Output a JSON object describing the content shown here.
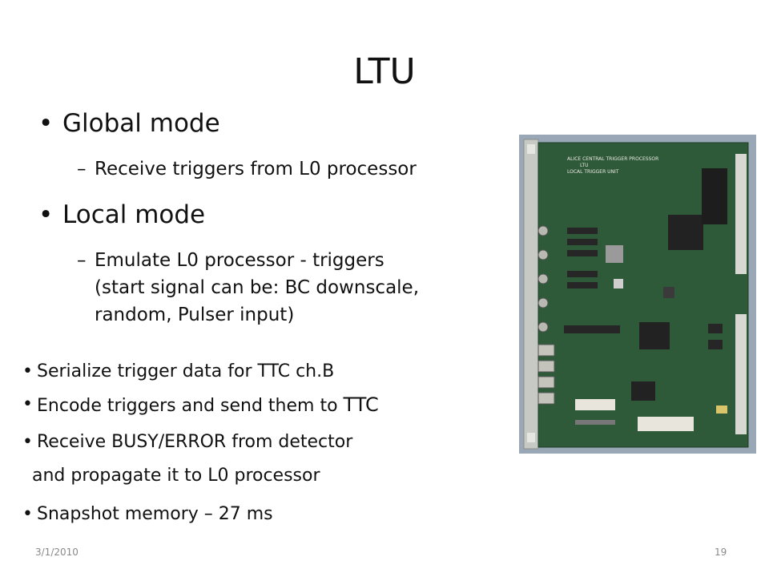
{
  "slide": {
    "title": "LTU",
    "bullets": [
      {
        "text": "Global mode",
        "sub": [
          "Receive triggers from L0 processor"
        ]
      },
      {
        "text": "Local mode",
        "sub_lines": [
          "Emulate L0 processor - triggers",
          "(start signal can be: BC downscale,",
          "random, Pulser input)"
        ]
      }
    ],
    "small_bullets": [
      "Serialize trigger data for TTC ch.B",
      {
        "prefix": "Encode triggers and send them to ",
        "suffix": "TTC"
      },
      {
        "line1": "Receive BUSY/ERROR from detector",
        "line2": "and propagate it to L0 processor"
      },
      "Snapshot memory – 27 ms"
    ],
    "footer": {
      "date": "3/1/2010",
      "page": "19"
    }
  },
  "photo": {
    "board_text": [
      "ALICE CENTRAL TRIGGER PROCESSOR",
      "LTU",
      "LOCAL TRIGGER UNIT"
    ],
    "colors": {
      "background": "#9aa7b6",
      "board": "#2f5a3a",
      "panel": "#c7c9c4"
    }
  }
}
